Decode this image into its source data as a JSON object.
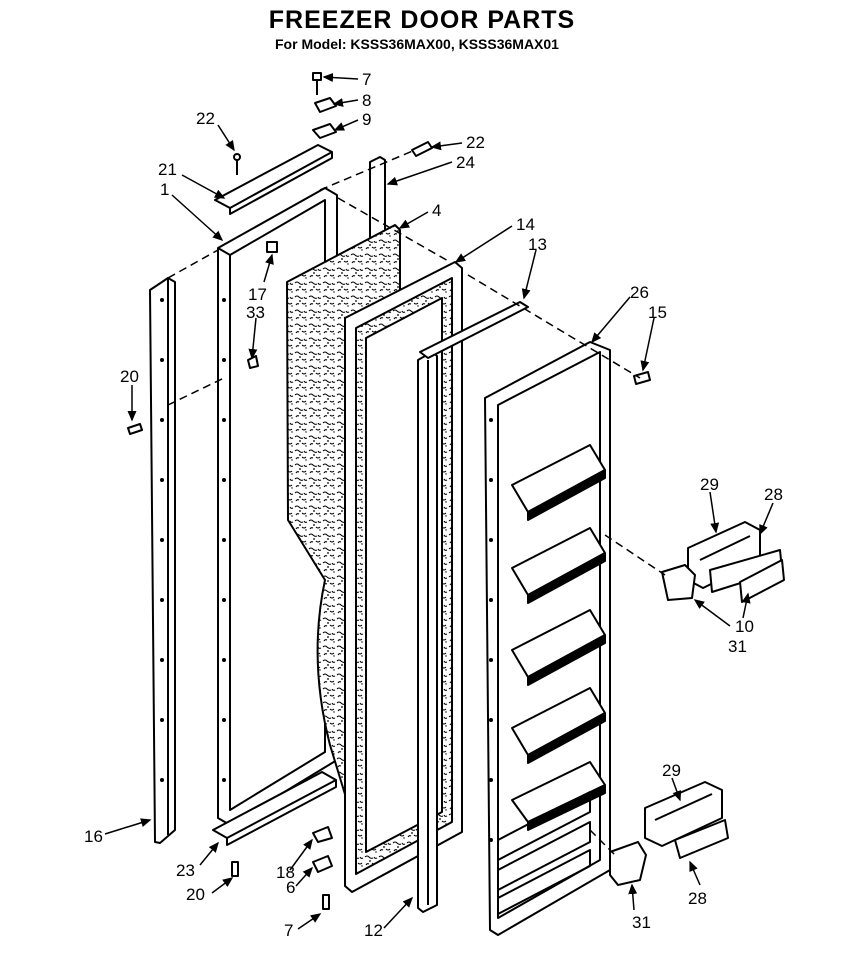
{
  "header": {
    "title": "FREEZER DOOR PARTS",
    "subtitle": "For Model: KSSS36MAX00, KSSS36MAX01"
  },
  "callouts": [
    {
      "id": "c7top",
      "label": "7"
    },
    {
      "id": "c8",
      "label": "8"
    },
    {
      "id": "c9",
      "label": "9"
    },
    {
      "id": "c22a",
      "label": "22"
    },
    {
      "id": "c22b",
      "label": "22"
    },
    {
      "id": "c24",
      "label": "24"
    },
    {
      "id": "c21",
      "label": "21"
    },
    {
      "id": "c1",
      "label": "1"
    },
    {
      "id": "c4",
      "label": "4"
    },
    {
      "id": "c14",
      "label": "14"
    },
    {
      "id": "c13",
      "label": "13"
    },
    {
      "id": "c17",
      "label": "17"
    },
    {
      "id": "c33",
      "label": "33"
    },
    {
      "id": "c26",
      "label": "26"
    },
    {
      "id": "c15",
      "label": "15"
    },
    {
      "id": "c20a",
      "label": "20"
    },
    {
      "id": "c29a",
      "label": "29"
    },
    {
      "id": "c28a",
      "label": "28"
    },
    {
      "id": "c10",
      "label": "10"
    },
    {
      "id": "c31a",
      "label": "31"
    },
    {
      "id": "c29b",
      "label": "29"
    },
    {
      "id": "c16",
      "label": "16"
    },
    {
      "id": "c23",
      "label": "23"
    },
    {
      "id": "c18",
      "label": "18"
    },
    {
      "id": "c6",
      "label": "6"
    },
    {
      "id": "c20b",
      "label": "20"
    },
    {
      "id": "c28b",
      "label": "28"
    },
    {
      "id": "c31b",
      "label": "31"
    },
    {
      "id": "c7bot",
      "label": "7"
    },
    {
      "id": "c12",
      "label": "12"
    }
  ]
}
